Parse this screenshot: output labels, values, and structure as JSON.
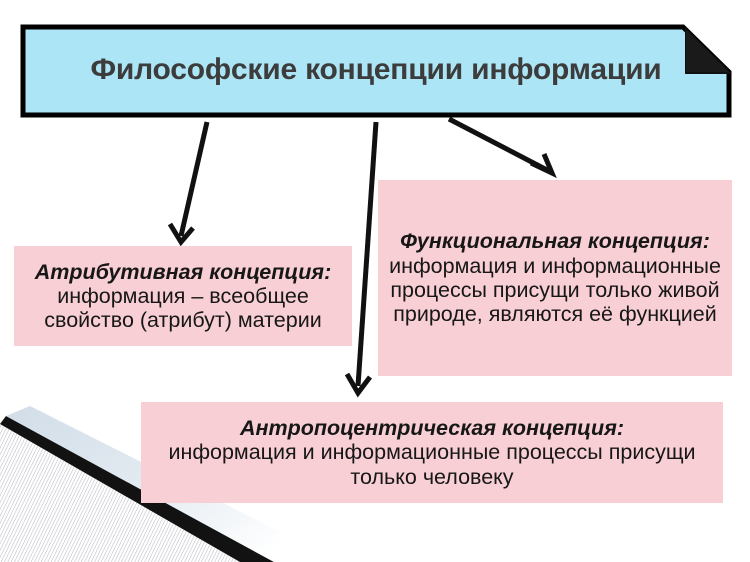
{
  "slide": {
    "title": "Философские концепции информации",
    "background_color": "#ffffff",
    "title_box_color": "#ace5f5",
    "concept_box_color": "#f8cfd4",
    "border_color": "#000000",
    "title_text_color": "#3c3c3c",
    "body_text_color": "#171717"
  },
  "concepts": [
    {
      "id": "attributive",
      "heading": "Атрибутивная концепция:",
      "body": "информация – всеобщее свойство (атрибут) материи"
    },
    {
      "id": "functional",
      "heading": "Функциональная концепция:",
      "body": "информация и информационные процессы присущи только живой природе, являются её функцией"
    },
    {
      "id": "anthropocentric",
      "heading": "Антропоцентрическая концепция:",
      "body": "информация и информационные процессы присущи только человеку"
    }
  ],
  "connectors": [
    {
      "id": "arrow-to-attributive",
      "from": "title",
      "to": "attributive"
    },
    {
      "id": "arrow-to-anthropocentric",
      "from": "title",
      "to": "anthropocentric"
    },
    {
      "id": "arrow-to-functional",
      "from": "title",
      "to": "functional"
    }
  ],
  "decoration": {
    "id": "corner-band",
    "description": "диагональная полоса в левом нижнем углу"
  }
}
